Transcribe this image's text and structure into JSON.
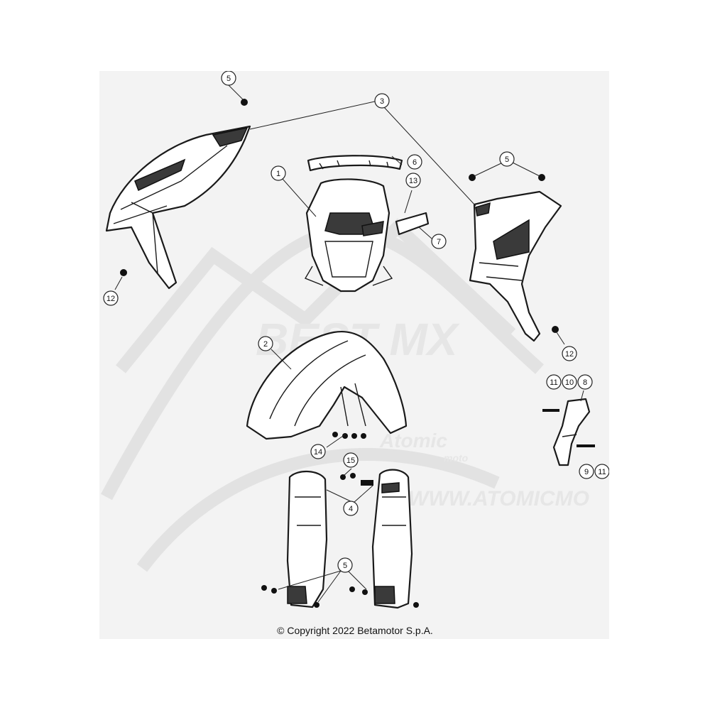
{
  "copyright": "© Copyright 2022 Betamotor S.p.A.",
  "watermark": {
    "main": "BEST MX",
    "brand": "Atomic",
    "brand_sub": "moto",
    "url": "WWW.ATOMICMO"
  },
  "callouts": [
    {
      "id": "c5-top",
      "label": "5"
    },
    {
      "id": "c3",
      "label": "3"
    },
    {
      "id": "c5-right",
      "label": "5"
    },
    {
      "id": "c6",
      "label": "6"
    },
    {
      "id": "c1",
      "label": "1"
    },
    {
      "id": "c13",
      "label": "13"
    },
    {
      "id": "c7",
      "label": "7"
    },
    {
      "id": "c12-left",
      "label": "12"
    },
    {
      "id": "c12-right",
      "label": "12"
    },
    {
      "id": "c2",
      "label": "2"
    },
    {
      "id": "c11-top",
      "label": "11"
    },
    {
      "id": "c10",
      "label": "10"
    },
    {
      "id": "c8",
      "label": "8"
    },
    {
      "id": "c14",
      "label": "14"
    },
    {
      "id": "c15",
      "label": "15"
    },
    {
      "id": "c9",
      "label": "9"
    },
    {
      "id": "c11-bottom",
      "label": "11"
    },
    {
      "id": "c4",
      "label": "4"
    },
    {
      "id": "c5-bottom",
      "label": "5"
    }
  ],
  "colors": {
    "background": "#f3f3f3",
    "line": "#1a1a1a",
    "watermark": "#e2e2e2"
  }
}
